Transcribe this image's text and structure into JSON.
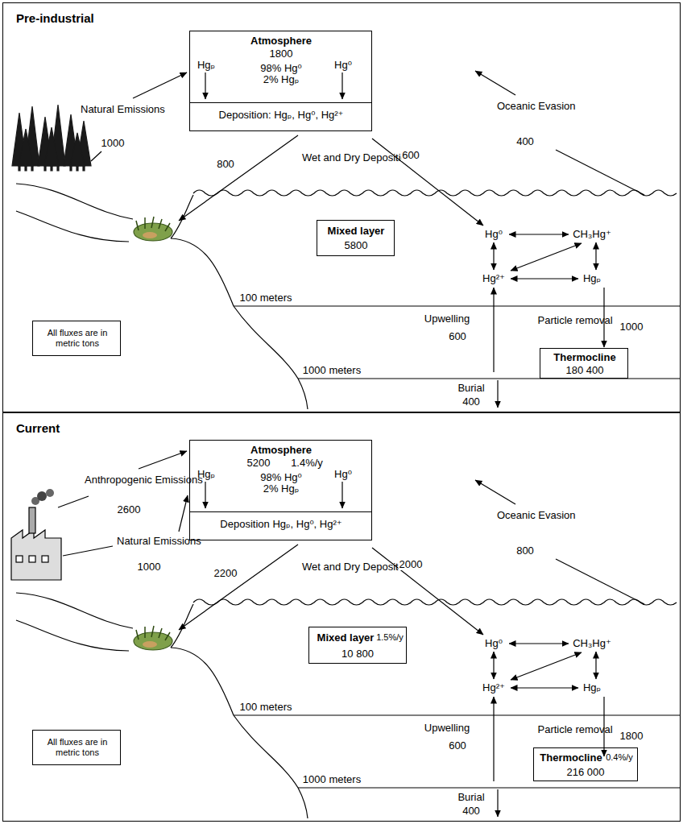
{
  "diagram": {
    "nodes": [
      {
        "text": [
          "Pre-industrial"
        ]
      },
      {
        "text": [
          "Atmosphere",
          "1800",
          "Hgₚ",
          "98% Hg⁰",
          "2% Hgₚ",
          "Hg⁰",
          "Deposition: Hgₚ, Hg⁰, Hg²⁺"
        ],
        "in": 0
      },
      {
        "text": [
          "Mixed layer",
          "5800"
        ],
        "in": 0
      },
      {
        "text": [
          "Thermocline",
          "180 400"
        ],
        "in": 0
      },
      {
        "text": [
          "All fluxes are in metric tons"
        ],
        "in": 0
      },
      {
        "text": [
          "Current"
        ]
      },
      {
        "text": [
          "Atmosphere",
          "5200",
          "1.4%/y",
          "Hgₚ",
          "98% Hg⁰",
          "2% Hgₚ",
          "Hg⁰",
          "Deposition Hgₚ, Hg⁰, Hg²⁺"
        ],
        "in": 5
      },
      {
        "text": [
          "Mixed layer",
          "1.5%/y",
          "10 800"
        ],
        "in": 5
      },
      {
        "text": [
          "Thermocline",
          "0.4%/y",
          "216 000"
        ],
        "in": 5
      },
      {
        "text": [
          "All fluxes are in metric tons"
        ],
        "in": 5
      }
    ],
    "labels": [
      "Natural Emissions",
      "1000",
      "800",
      "Wet and Dry Deposition",
      "600",
      "Oceanic Evasion",
      "400",
      "Hg⁰",
      "CH₃Hg⁺",
      "Hg²⁺",
      "Hgₚ",
      "100 meters",
      "Upwelling",
      "600",
      "Particle removal",
      "1000",
      "1000 meters",
      "Burial",
      "400",
      "Anthropogenic Emissions",
      "2600",
      "Natural Emissions",
      "1000",
      "2200",
      "Wet and Dry Deposition",
      "2000",
      "Oceanic Evasion",
      "800",
      "Hg⁰",
      "CH₃Hg⁺",
      "Hg²⁺",
      "Hgₚ",
      "100 meters",
      "Upwelling",
      "600",
      "Particle removal",
      "1800",
      "1000 meters",
      "Burial",
      "400"
    ]
  }
}
